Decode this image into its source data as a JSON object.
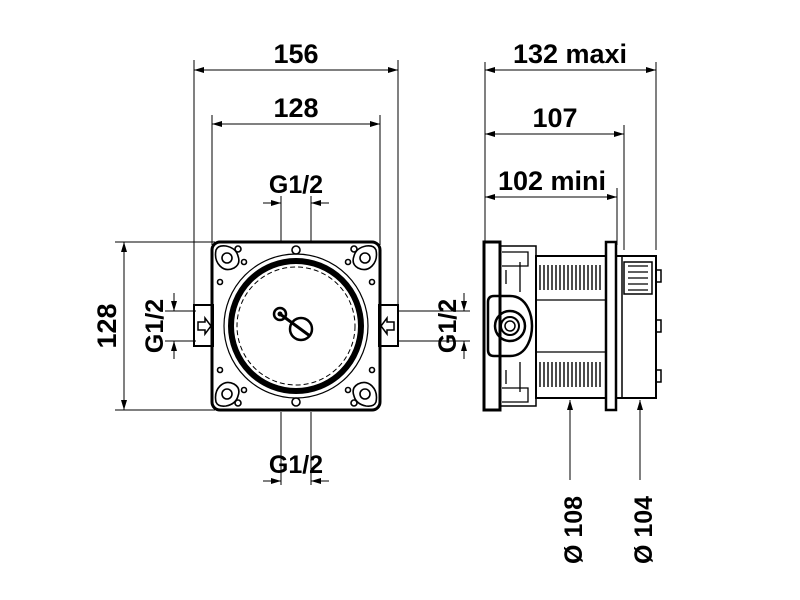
{
  "front_view": {
    "width_outer": "156",
    "width_inner": "128",
    "height": "128",
    "top_connection": "G1/2",
    "bottom_connection": "G1/2",
    "left_connection": "G1/2",
    "right_connection": "G1/2"
  },
  "side_view": {
    "depth_max": "132 maxi",
    "depth_nominal": "107",
    "depth_min": "102 mini",
    "diameter_front": "Ø 108",
    "diameter_rear": "Ø 104"
  }
}
